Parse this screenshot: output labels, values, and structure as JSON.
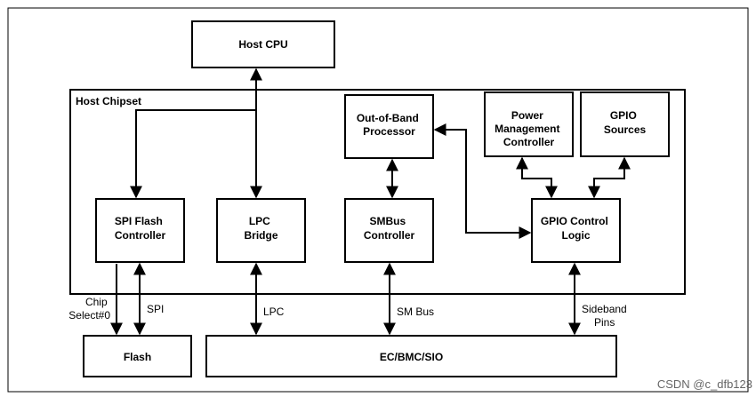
{
  "diagram": {
    "nodes": {
      "host_cpu": [
        "Host CPU"
      ],
      "host_chipset": [
        "Host Chipset"
      ],
      "oob_processor": [
        "Out-of-Band",
        "Processor"
      ],
      "power_mgmt": [
        "Power",
        "Management",
        "Controller"
      ],
      "gpio_sources": [
        "GPIO",
        "Sources"
      ],
      "spi_flash_controller": [
        "SPI Flash",
        "Controller"
      ],
      "lpc_bridge": [
        "LPC",
        "Bridge"
      ],
      "smbus_controller": [
        "SMBus",
        "Controller"
      ],
      "gpio_control_logic": [
        "GPIO Control",
        "Logic"
      ],
      "flash": [
        "Flash"
      ],
      "ec_bmc_sio": [
        "EC/BMC/SIO"
      ]
    },
    "edge_labels": {
      "chip_select": [
        "Chip",
        "Select#0"
      ],
      "spi": [
        "SPI"
      ],
      "lpc": [
        "LPC"
      ],
      "sm_bus": [
        "SM Bus"
      ],
      "sideband": [
        "Sideband",
        "Pins"
      ]
    },
    "watermark": "CSDN @c_dfb123"
  }
}
